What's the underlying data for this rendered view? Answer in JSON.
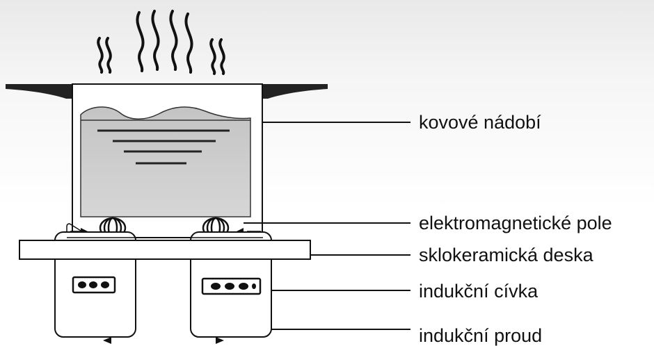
{
  "labels": {
    "pot": "kovové nádobí",
    "field": "elektromagnetické pole",
    "glass": "sklokeramická deska",
    "coil": "indukční cívka",
    "current": "indukční proud"
  }
}
